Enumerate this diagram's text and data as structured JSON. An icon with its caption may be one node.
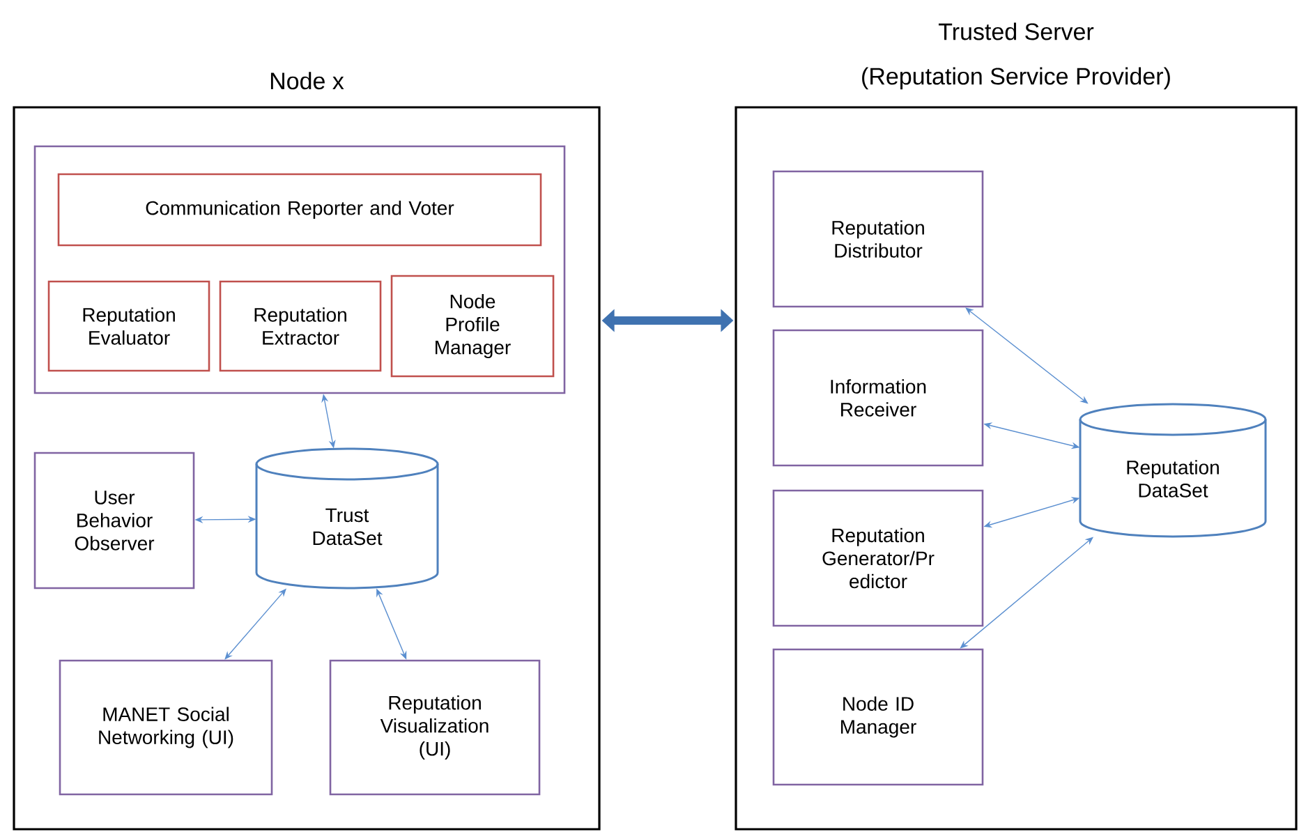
{
  "diagram": {
    "nodes": [
      {
        "text": [
          "Node x"
        ]
      },
      {
        "text": [],
        "shape": "box",
        "in": 0
      },
      {
        "text": [
          "Communication Reporter and Voter"
        ],
        "in": 1
      },
      {
        "text": [
          "Reputation Evaluator"
        ],
        "in": 1
      },
      {
        "text": [
          "Reputation Extractor"
        ],
        "in": 1
      },
      {
        "text": [
          "Node Profile Manager"
        ],
        "in": 1
      },
      {
        "text": [
          "User Behavior Observer"
        ],
        "in": 0
      },
      {
        "text": [
          "Trust DataSet"
        ],
        "in": 0
      },
      {
        "text": [
          "MANET Social Networking (UI)"
        ],
        "in": 0
      },
      {
        "text": [
          "Reputation Visualization (UI)"
        ],
        "in": 0
      },
      {
        "text": [
          "Trusted Server",
          "(Reputation Service Provider)"
        ]
      },
      {
        "text": [
          "Reputation Distributor"
        ],
        "in": 10
      },
      {
        "text": [
          "Information Receiver"
        ],
        "in": 10
      },
      {
        "text": [
          "Reputation Generator/Pr edictor"
        ],
        "in": 10
      },
      {
        "text": [
          "Node ID Manager"
        ],
        "in": 10
      },
      {
        "text": [
          "Reputation DataSet"
        ],
        "in": 10
      }
    ],
    "edges": [
      {
        "from": 1,
        "to": 7,
        "arrow": "both"
      },
      {
        "from": 6,
        "to": 7,
        "arrow": "both"
      },
      {
        "from": 7,
        "to": 8,
        "arrow": "both"
      },
      {
        "from": 7,
        "to": 9,
        "arrow": "both"
      },
      {
        "from": 0,
        "to": 10,
        "arrow": "both",
        "style": "thick"
      },
      {
        "from": 11,
        "to": 15,
        "arrow": "both"
      },
      {
        "from": 12,
        "to": 15,
        "arrow": "both"
      },
      {
        "from": 13,
        "to": 15,
        "arrow": "both"
      },
      {
        "from": 14,
        "to": 15,
        "arrow": "both"
      }
    ]
  }
}
